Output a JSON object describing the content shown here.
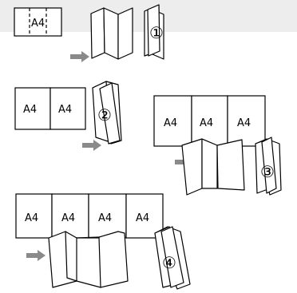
{
  "sheet_label": "A4",
  "option_1": {
    "number": "①"
  },
  "option_2": {
    "number": "②"
  },
  "option_3": {
    "number": "③"
  },
  "option_4": {
    "number": "④"
  }
}
